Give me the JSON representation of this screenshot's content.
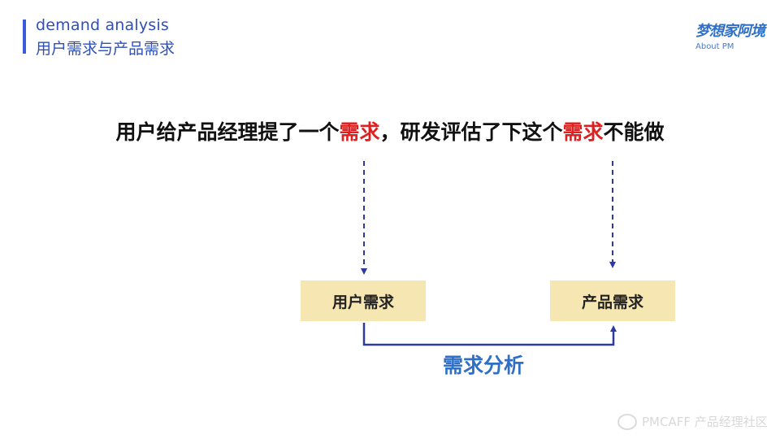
{
  "header": {
    "subtitle_en": "demand analysis",
    "title_cn": "用户需求与产品需求"
  },
  "logo": {
    "name": "梦想家阿境",
    "tagline": "About PM"
  },
  "headline": {
    "part1": "用户给产品经理提了一个",
    "highlight1": "需求",
    "part2": "，研发评估了下这个",
    "highlight2": "需求",
    "part3": "不能做"
  },
  "diagram": {
    "box_user": "用户需求",
    "box_product": "产品需求",
    "connector_label": "需求分析"
  },
  "watermark": {
    "text": "PMCAFF 产品经理社区"
  },
  "colors": {
    "accent": "#3b5bdb",
    "highlight": "#e02020",
    "box_fill": "#f5e6b2",
    "connector": "#2f3a9e",
    "label_blue": "#2f6fc6"
  }
}
